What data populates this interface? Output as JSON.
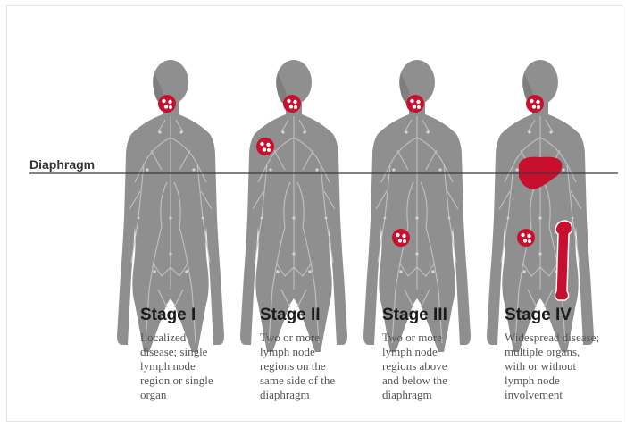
{
  "diaphragm_label": "Diaphragm",
  "colors": {
    "body": "#8f8f8f",
    "vessel": "#c7c7c7",
    "accent": "#c8102e",
    "node_dot": "#ffffff",
    "text_dark": "#1a1a1a",
    "text_body": "#555555"
  },
  "stages": [
    {
      "title": "Stage I",
      "description_lines": [
        "Localized",
        "disease; single",
        "lymph node",
        "region or single",
        "organ"
      ]
    },
    {
      "title": "Stage II",
      "description_lines": [
        "Two or more",
        "lymph node",
        "regions on the",
        "same side of the",
        "diaphragm"
      ]
    },
    {
      "title": "Stage III",
      "description_lines": [
        "Two or more",
        "lymph node",
        "regions above",
        "and below the",
        "diaphragm"
      ]
    },
    {
      "title": "Stage IV",
      "description_lines": [
        "Widespread disease;",
        "multiple organs,",
        "with or without",
        "lymph node",
        "involvement"
      ]
    }
  ]
}
